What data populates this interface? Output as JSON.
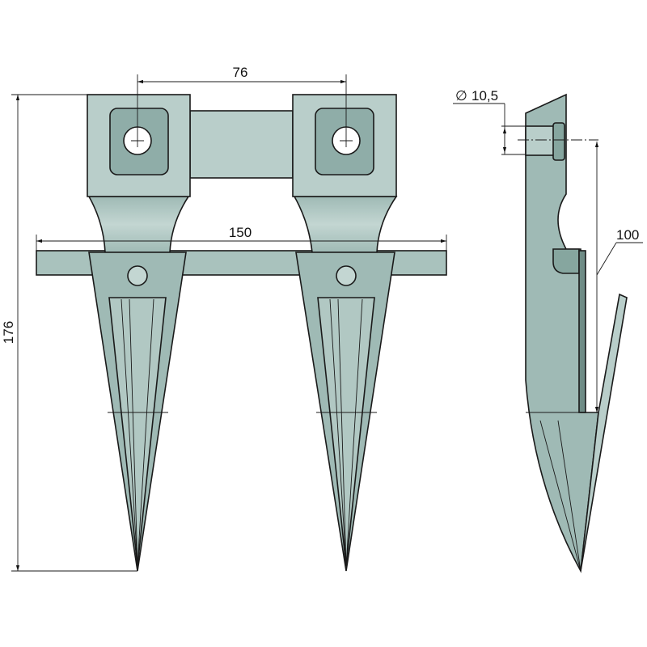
{
  "drawing": {
    "dimensions": {
      "hole_spacing": "76",
      "bar_length": "150",
      "total_height": "176",
      "hole_diameter": "10,5",
      "side_height": "100"
    },
    "symbols": {
      "diameter": "∅"
    },
    "colors": {
      "light": "#b9ceca",
      "mid": "#9fbab5",
      "dark": "#86a69f",
      "line": "#1a1a1a"
    }
  }
}
